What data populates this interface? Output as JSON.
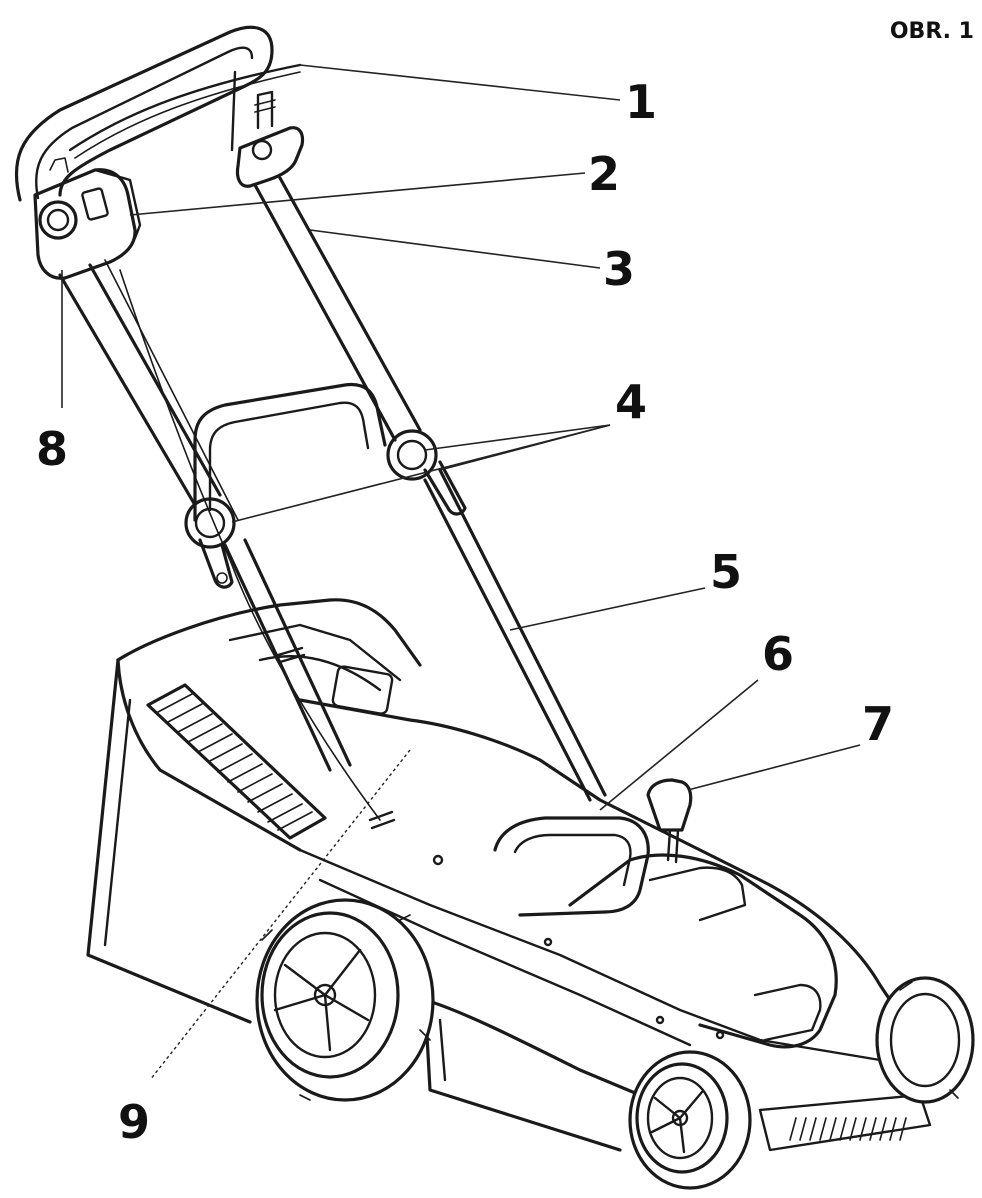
{
  "figure_label": "OBR. 1",
  "callouts": [
    "1",
    "2",
    "3",
    "4",
    "5",
    "6",
    "7",
    "8",
    "9"
  ],
  "colors": {
    "line": "#1a1a1a",
    "background": "#ffffff"
  }
}
